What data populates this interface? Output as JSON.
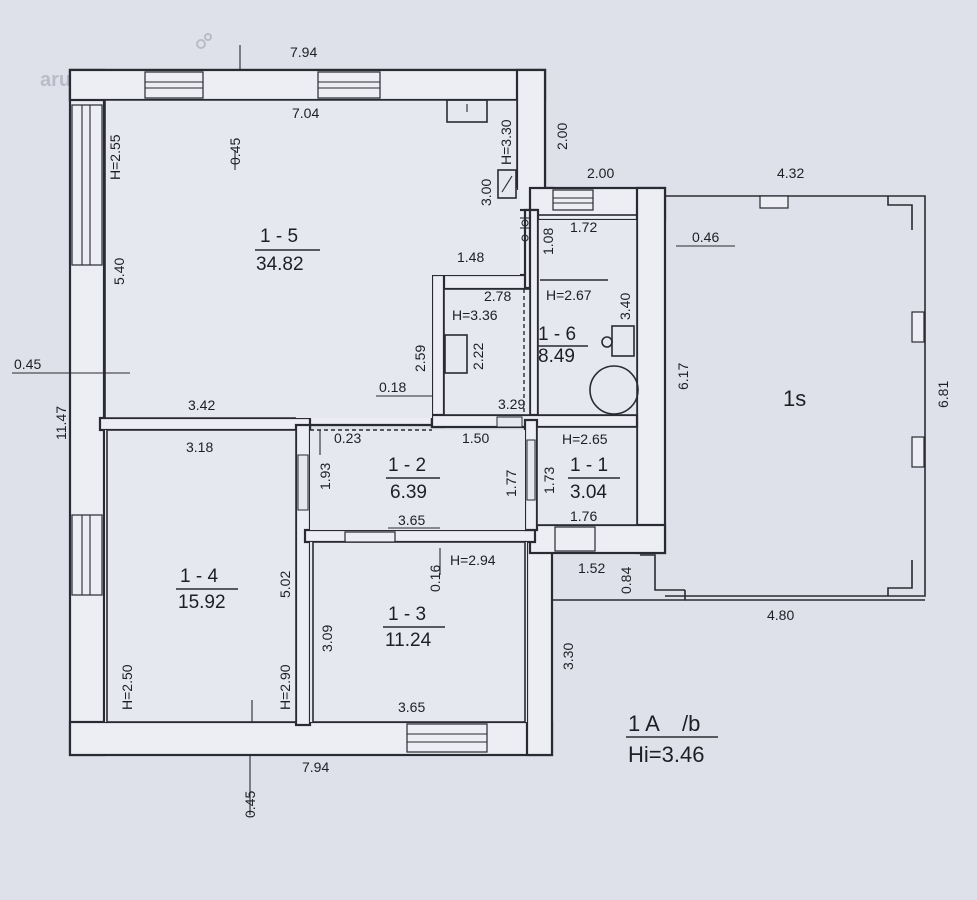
{
  "watermark": "aruodas.lt",
  "rooms": {
    "r15": {
      "id": "1 - 5",
      "area": "34.82"
    },
    "r16": {
      "id": "1 - 6",
      "area": "8.49"
    },
    "r12": {
      "id": "1 - 2",
      "area": "6.39"
    },
    "r11": {
      "id": "1 - 1",
      "area": "3.04"
    },
    "r14": {
      "id": "1 - 4",
      "area": "15.92"
    },
    "r13": {
      "id": "1 - 3",
      "area": "11.24"
    },
    "r1s": {
      "id": "1s"
    }
  },
  "heights": {
    "h255": "H=2.55",
    "h330": "H=3.30",
    "h267": "H=2.67",
    "h336": "H=3.36",
    "h265": "H=2.65",
    "h294": "H=2.94",
    "h250": "H=2.50",
    "h290": "H=2.90"
  },
  "dims": {
    "d_top_outer": "7.94",
    "d_top_inner": "7.04",
    "d_045_top": "0.45",
    "d_200_right": "2.00",
    "d_200_top": "2.00",
    "d_432": "4.32",
    "d_300": "3.00",
    "d_540": "5.40",
    "d_148": "1.48",
    "d_172": "1.72",
    "d_108": "1.08",
    "d_046": "0.46",
    "d_278": "2.78",
    "d_340": "3.40",
    "d_259": "2.59",
    "d_222": "2.22",
    "d_018": "0.18",
    "d_045_left": "0.45",
    "d_1147": "11.47",
    "d_342": "3.42",
    "d_329": "3.29",
    "d_617": "6.17",
    "d_681": "6.81",
    "d_318": "3.18",
    "d_023": "0.23",
    "d_150": "1.50",
    "d_193": "1.93",
    "d_177": "1.77",
    "d_173": "1.73",
    "d_176": "1.76",
    "d_365_mid": "3.65",
    "d_016": "0.16",
    "d_152": "1.52",
    "d_084": "0.84",
    "d_480": "4.80",
    "d_502": "5.02",
    "d_309": "3.09",
    "d_330": "3.30",
    "d_365_bot": "3.65",
    "d_794_bot": "7.94",
    "d_045_bot": "0.45"
  },
  "legend": {
    "code": "1 A",
    "code_suffix": "/b",
    "hi": "Hi=3.46"
  }
}
